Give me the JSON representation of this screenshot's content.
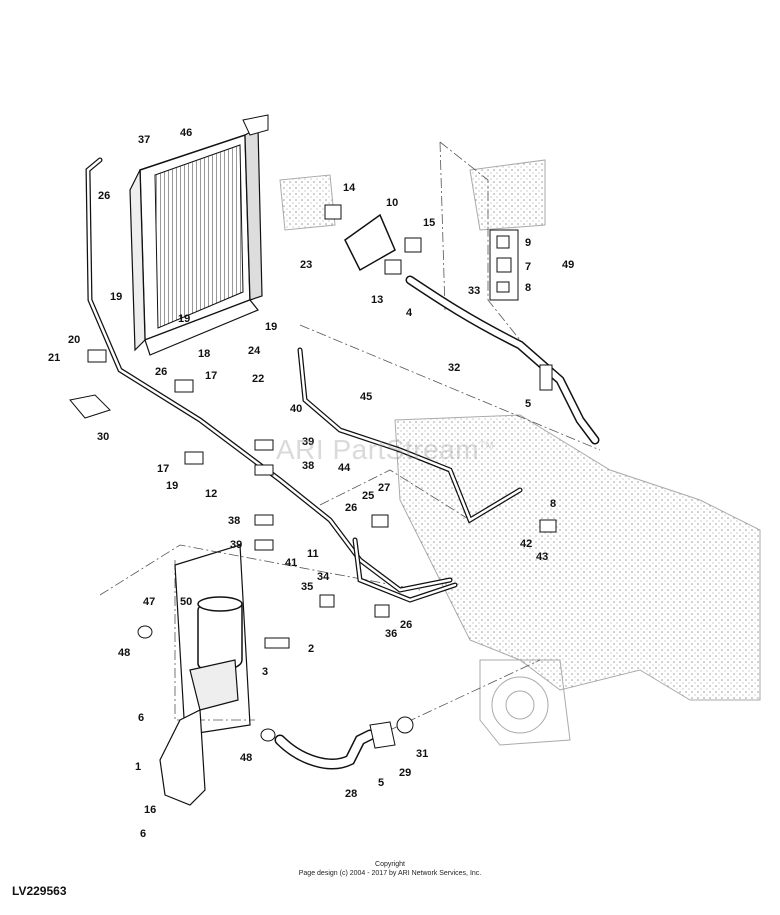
{
  "watermark": "ARI PartStream",
  "watermark_mark": "TM",
  "footer": {
    "line1": "Copyright",
    "line2": "Page design (c) 2004 - 2017 by ARI Network Services, Inc."
  },
  "diagram_id": "LV229563",
  "callouts": [
    "37",
    "46",
    "26",
    "14",
    "10",
    "15",
    "9",
    "7",
    "49",
    "8",
    "23",
    "19",
    "13",
    "4",
    "33",
    "19",
    "19",
    "20",
    "18",
    "24",
    "21",
    "26",
    "17",
    "22",
    "32",
    "5",
    "30",
    "40",
    "45",
    "39",
    "38",
    "17",
    "19",
    "12",
    "44",
    "25",
    "27",
    "26",
    "8",
    "38",
    "39",
    "41",
    "11",
    "42",
    "43",
    "35",
    "34",
    "47",
    "50",
    "36",
    "26",
    "2",
    "48",
    "3",
    "6",
    "48",
    "1",
    "28",
    "5",
    "29",
    "31",
    "16",
    "6"
  ],
  "colors": {
    "line": "#111111",
    "hatch": "#777777",
    "engine": "#9a9a9a",
    "callout": "#111111"
  }
}
